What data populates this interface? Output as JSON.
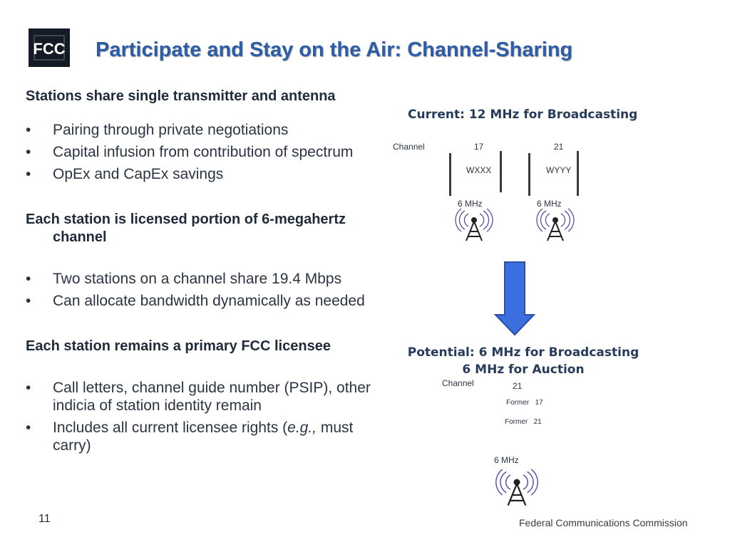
{
  "slide": {
    "title": "Participate and Stay on the Air: Channel-Sharing",
    "logo_text": "FCC",
    "page_number": "11",
    "footer": "Federal Communications Commission",
    "colors": {
      "title": "#2d5da6",
      "arrow": "#3b6fe0",
      "tower": "#5a4fa3",
      "logo_bg": "#141a26"
    }
  },
  "left": {
    "sections": [
      {
        "heading": "Stations share single transmitter and antenna",
        "bullets": [
          "Pairing through private negotiations",
          "Capital infusion from contribution of spectrum",
          "OpEx and CapEx savings"
        ]
      },
      {
        "heading": "Each station is licensed portion of 6-megahertz channel",
        "bullets": [
          "Two stations on a channel share 19.4 Mbps",
          "Can allocate bandwidth dynamically as needed"
        ]
      },
      {
        "heading": "Each station remains a primary FCC licensee",
        "bullets": [
          "Call letters, channel guide number (PSIP), other indicia of station identity remain"
        ],
        "last_bullet": {
          "before": "Includes all current licensee rights (",
          "italic": "e.g.,",
          "after": " must carry)"
        }
      }
    ]
  },
  "diagram": {
    "current": {
      "title": "Current: 12 MHz for Broadcasting",
      "channel_label": "Channel",
      "stations": [
        {
          "channel": "17",
          "call": "WXXX",
          "bandwidth": "6 MHz"
        },
        {
          "channel": "21",
          "call": "WYYY",
          "bandwidth": "6 MHz"
        }
      ]
    },
    "potential": {
      "title_line1": "Potential: 6 MHz for Broadcasting",
      "title_line2": "6 MHz for Auction",
      "channel_label": "Channel",
      "channel": "21",
      "former": [
        {
          "label": "Former",
          "channel": "17"
        },
        {
          "label": "Former",
          "channel": "21"
        }
      ],
      "bandwidth": "6 MHz"
    }
  }
}
